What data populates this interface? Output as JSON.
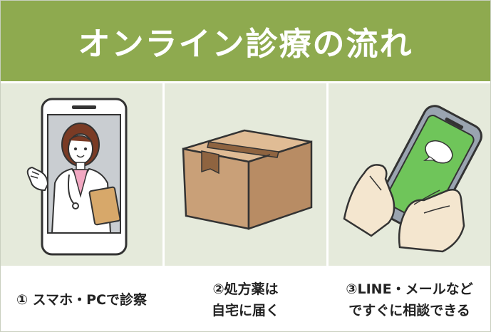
{
  "header": {
    "title": "オンライン診療の流れ"
  },
  "steps": [
    {
      "caption_lines": [
        "① スマホ・PCで診察"
      ],
      "illustration": "doctor-on-phone-icon"
    },
    {
      "caption_lines": [
        "②処方薬は",
        "自宅に届く"
      ],
      "illustration": "cardboard-box-icon"
    },
    {
      "caption_lines": [
        "③LINE・メールなど",
        "ですぐに相談できる"
      ],
      "illustration": "hands-holding-phone-icon"
    }
  ],
  "colors": {
    "header_bg": "#8eaa4f",
    "panel_bg": "#e5eadb",
    "box_brown": "#c9a078",
    "phone_screen": "#6fc55a",
    "doctor_pink": "#f2a8c2"
  }
}
